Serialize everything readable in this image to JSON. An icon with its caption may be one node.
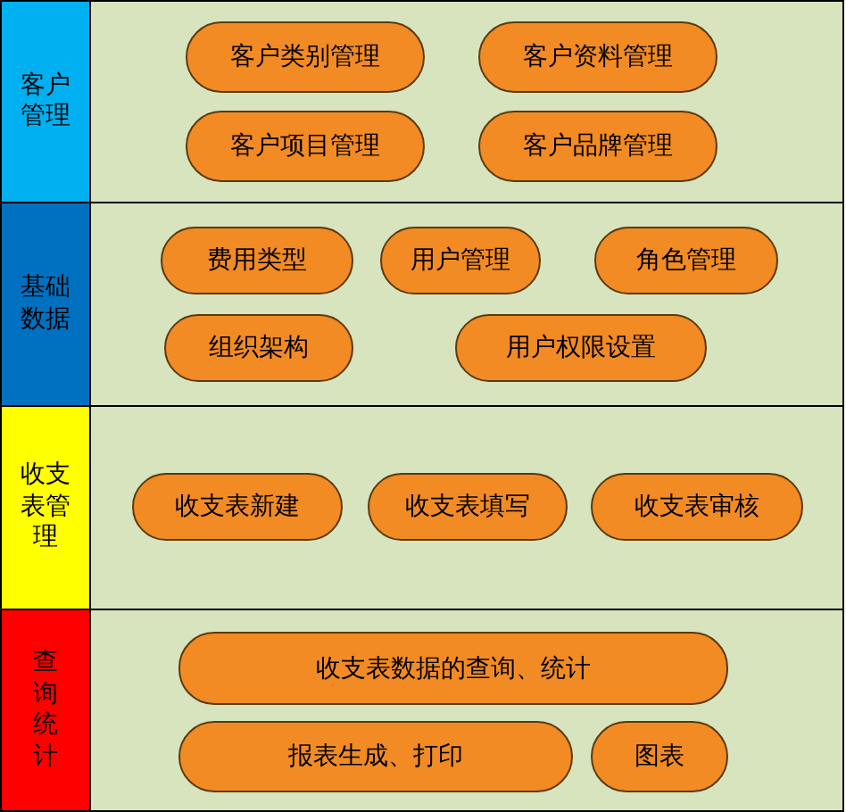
{
  "diagram": {
    "nodes": [
      {
        "text": [
          "客户管理"
        ]
      },
      {
        "text": [
          "客户类别管理"
        ]
      },
      {
        "text": [
          "客户资料管理"
        ]
      },
      {
        "text": [
          "客户项目管理"
        ]
      },
      {
        "text": [
          "客户品牌管理"
        ]
      },
      {
        "text": [
          "基础数据"
        ]
      },
      {
        "text": [
          "费用类型"
        ]
      },
      {
        "text": [
          "用户管理"
        ]
      },
      {
        "text": [
          "角色管理"
        ]
      },
      {
        "text": [
          "组织架构"
        ]
      },
      {
        "text": [
          "用户权限设置"
        ]
      },
      {
        "text": [
          "收支表管理"
        ]
      },
      {
        "text": [
          "收支表新建"
        ]
      },
      {
        "text": [
          "收支表填写"
        ]
      },
      {
        "text": [
          "收支表审核"
        ]
      },
      {
        "text": [
          "查询统计"
        ]
      },
      {
        "text": [
          "收支表数据的查询、统计"
        ]
      },
      {
        "text": [
          "报表生成、打印"
        ]
      },
      {
        "text": [
          "图表"
        ]
      }
    ]
  }
}
